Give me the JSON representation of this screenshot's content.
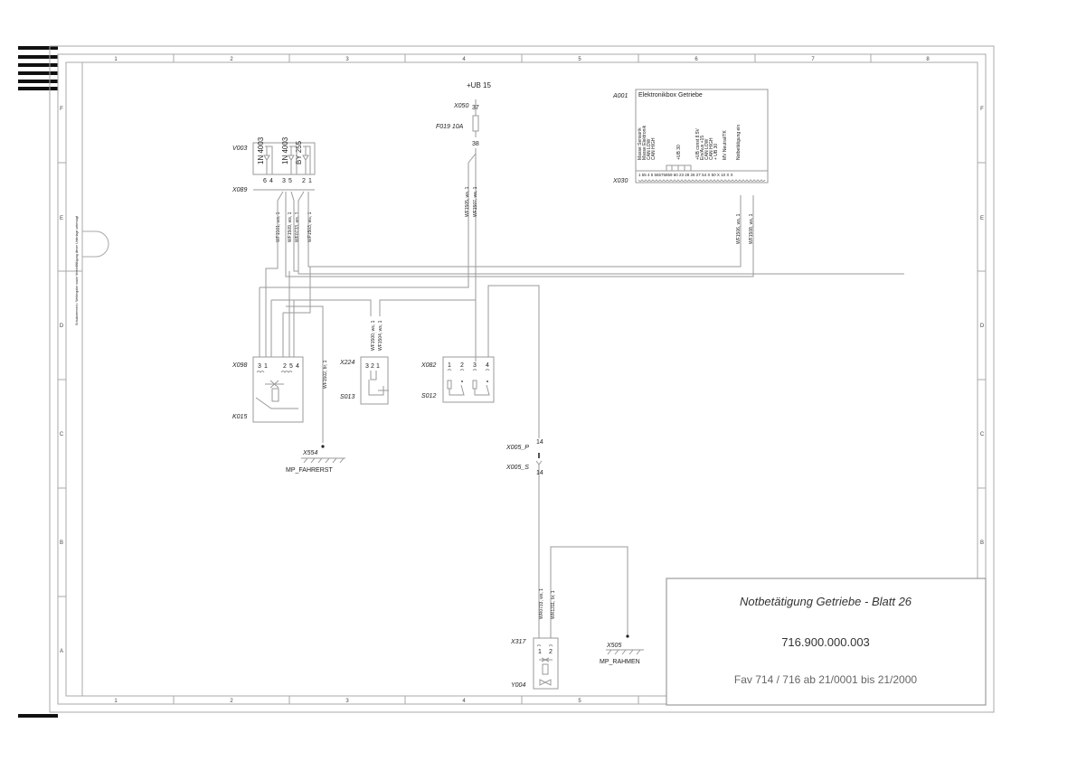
{
  "sheet": {
    "columns": [
      "1",
      "2",
      "3",
      "4",
      "5",
      "6",
      "7",
      "8"
    ],
    "rows": [
      "F",
      "E",
      "D",
      "C",
      "B",
      "A"
    ],
    "side_note": "Schutzvermerk / Weitergabe sowie Vervielfältigung dieser Unterlage untersagt"
  },
  "title_block": {
    "title": "Notbetätigung Getriebe - Blatt 26",
    "number": "716.900.000.003",
    "range": "Fav 714 / 716 ab 21/0001 bis 21/2000"
  },
  "power": {
    "supply": "+UB 15",
    "connector": "X050",
    "pin_in": "37",
    "pin_out": "38",
    "fuse": "F019 10A"
  },
  "ecu": {
    "ref": "A001",
    "name": "Elektronikbox Getriebe",
    "connector": "X030",
    "labels": [
      "Masse Sensorik",
      "Masse Elektronik",
      "CAN LOW",
      "CAN HIGH",
      "+UB 30",
      "+UB const 8.5V",
      "Ein/Aus +15",
      "CAN LOW",
      "CAN HIGH",
      "+ UB 30",
      "MV Neutral/TK",
      "Notbetätigung ein"
    ],
    "pins": "1 55 4  5 56575859 60 23 28 26 27 54  X 50  X 10  X  X",
    "wires": [
      "WF1506, ws, 1",
      "WF1508, ws, 1"
    ]
  },
  "diodes": {
    "ref": "V003",
    "connector": "X089",
    "d1": "1N 4003",
    "d2": "1N 4003",
    "d3": "BY 255",
    "pins": [
      "6",
      "4",
      "3",
      "5",
      "2",
      "1"
    ],
    "wires": [
      "WF1501, ws, 1",
      "WF1509, ws, 1",
      "WF0733, ws, 1",
      "WF1503, ws, 1"
    ]
  },
  "fuse_wires": [
    "WF1505, ws, 1",
    "WF1507, ws, 1"
  ],
  "relay": {
    "connector": "X098",
    "ref": "K015",
    "pins": [
      "3",
      "1",
      "2",
      "5",
      "4"
    ],
    "ground_wire": "WF1502, br, 1",
    "ground_point": "X554",
    "ground_name": "MP_FAHRERST"
  },
  "switch_s013": {
    "connector": "X224",
    "ref": "S013",
    "pins": [
      "3",
      "2",
      "1"
    ],
    "wires": [
      "WF1500, ws, 1",
      "WF1504, ws, 1"
    ]
  },
  "switch_s012": {
    "connector": "X082",
    "ref": "S012",
    "pins": [
      "1",
      "2",
      "3",
      "4"
    ]
  },
  "plug": {
    "plug_ref": "X005_P",
    "socket_ref": "X005_S",
    "pin_top": "14",
    "pin_bottom": "14"
  },
  "valve": {
    "connector": "X317",
    "ref": "Y004",
    "pins": [
      "1",
      "2"
    ],
    "wires": [
      "WR0733, ws, 1",
      "WR1311, br, 1"
    ],
    "ground_point": "X505",
    "ground_name": "MP_RAHMEN"
  }
}
